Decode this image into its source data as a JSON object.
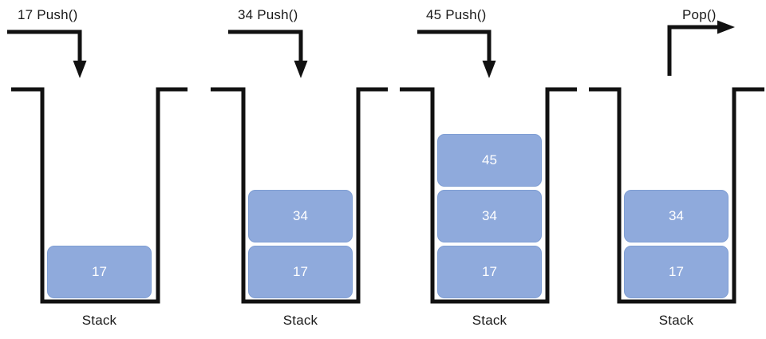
{
  "diagram": {
    "title_visible": false,
    "colors": {
      "box_fill": "#8faadc",
      "box_stroke": "#7f9ed3",
      "line": "#111111",
      "text_dark": "#1a1a1a",
      "box_text": "#ffffff",
      "background": "#ffffff"
    },
    "panels": [
      {
        "id": "panel-1",
        "operation_label": "17 Push()",
        "operation_type": "push",
        "arrow_direction": "down-into-stack",
        "base_label": "Stack",
        "items": [
          {
            "value": "17",
            "level": 0
          }
        ]
      },
      {
        "id": "panel-2",
        "operation_label": "34 Push()",
        "operation_type": "push",
        "arrow_direction": "down-into-stack",
        "base_label": "Stack",
        "items": [
          {
            "value": "34",
            "level": 1
          },
          {
            "value": "17",
            "level": 0
          }
        ]
      },
      {
        "id": "panel-3",
        "operation_label": "45 Push()",
        "operation_type": "push",
        "arrow_direction": "down-into-stack",
        "base_label": "Stack",
        "items": [
          {
            "value": "45",
            "level": 2
          },
          {
            "value": "34",
            "level": 1
          },
          {
            "value": "17",
            "level": 0
          }
        ]
      },
      {
        "id": "panel-4",
        "operation_label": "Pop()",
        "operation_type": "pop",
        "arrow_direction": "up-out-of-stack",
        "base_label": "Stack",
        "items": [
          {
            "value": "34",
            "level": 1
          },
          {
            "value": "17",
            "level": 0
          }
        ]
      }
    ]
  }
}
